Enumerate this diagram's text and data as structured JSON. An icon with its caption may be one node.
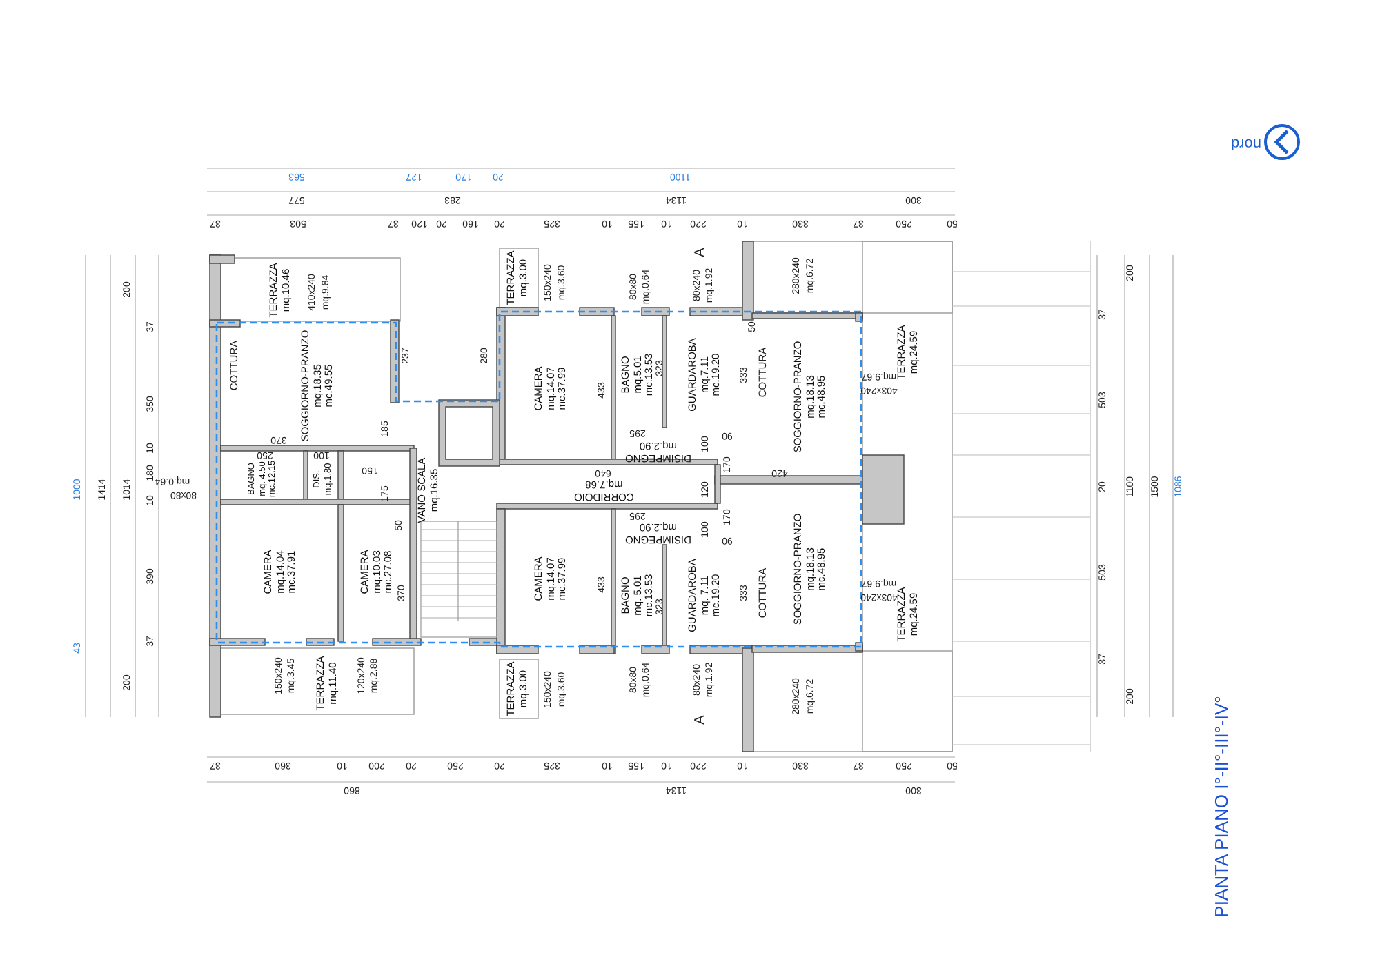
{
  "diagram": {
    "title": "PIANTA PIANO I°-II°-III°-IV°",
    "nodes": [
      {
        "text": [
          "TERRAZZA",
          "mq.10.46"
        ]
      },
      {
        "text": [
          "SOGGIORNO-PRANZO",
          "mq.18.35",
          "mc.49.55"
        ]
      },
      {
        "text": [
          "BAGNO",
          "mq. 4.50",
          "mc.12.15"
        ]
      },
      {
        "text": [
          "DIS.",
          "mq.1.80"
        ]
      },
      {
        "text": [
          "CAMERA",
          "mq.14.04",
          "mc.37.91"
        ]
      },
      {
        "text": [
          "CAMERA",
          "mq.10.03",
          "mc.27.08"
        ]
      },
      {
        "text": [
          "TERRAZZA",
          "mq.11.40"
        ]
      },
      {
        "text": [
          "VANO SCALA",
          "mq.16.35"
        ]
      },
      {
        "text": [
          "TERRAZZA",
          "mq.3.00"
        ]
      },
      {
        "text": [
          "CAMERA",
          "mq.14.07",
          "mc.37.99"
        ]
      },
      {
        "text": [
          "BAGNO",
          "mq.5.01",
          "mc.13.53"
        ]
      },
      {
        "text": [
          "DISIMPEGNO",
          "mq.2.90"
        ]
      },
      {
        "text": [
          "GUARDAROBA",
          "mq.7.11",
          "mc.19.20"
        ]
      },
      {
        "text": [
          "CORRIDOIO",
          "mq.7.68"
        ]
      },
      {
        "text": [
          "TERRAZZA",
          "mq.3.00"
        ]
      },
      {
        "text": [
          "CAMERA",
          "mq.14.07",
          "mc.37.99"
        ]
      },
      {
        "text": [
          "BAGNO",
          "mq. 5.01",
          "mc.13.53"
        ]
      },
      {
        "text": [
          "DISIMPEGNO",
          "mq.2.90"
        ]
      },
      {
        "text": [
          "GUARDAROBA",
          "mq. 7.11",
          "mc.19.20"
        ]
      },
      {
        "text": [
          "SOGGIORNO-PRANZO",
          "mq.18.13",
          "mc.48.95"
        ]
      },
      {
        "text": [
          "TERRAZZA",
          "mq.24.59"
        ]
      },
      {
        "text": [
          "SOGGIORNO-PRANZO",
          "mq.18.13",
          "mc.48.95"
        ]
      },
      {
        "text": [
          "TERRAZZA",
          "mq.24.59"
        ]
      }
    ],
    "edges": [],
    "labels": [
      "563",
      "127",
      "170",
      "20",
      "1100",
      "577",
      "283",
      "1134",
      "300",
      "37",
      "503",
      "37",
      "120",
      "20",
      "160",
      "20",
      "325",
      "10",
      "155",
      "10",
      "220",
      "10",
      "330",
      "37",
      "250",
      "50",
      "1000",
      "43",
      "1414",
      "200",
      "1014",
      "200",
      "37",
      "350",
      "10",
      "180",
      "10",
      "390",
      "37",
      "410x240",
      "mq.9.84",
      "COTTURA",
      "mq.0.64",
      "80x80",
      "237",
      "370",
      "185",
      "250",
      "100",
      "150",
      "175",
      "50",
      "370",
      "280",
      "150x240",
      "mq.3.60",
      "80x80",
      "mq.0.64",
      "A",
      "80x240",
      "mq.1.92",
      "433",
      "323",
      "295",
      "90",
      "100",
      "170",
      "640",
      "120",
      "170",
      "100",
      "295",
      "90",
      "433",
      "323",
      "50",
      "333",
      "COTTURA",
      "280x240",
      "mq.6.72",
      "403x240",
      "mq.9.67",
      "420",
      "333",
      "COTTURA",
      "403x240",
      "mq.9.67",
      "150x240",
      "mq.3.45",
      "120x240",
      "mq.2.88",
      "150x240",
      "mq.3.60",
      "80x80",
      "mq.0.64",
      "80x240",
      "mq.1.92",
      "A",
      "280x240",
      "mq.6.72",
      "37",
      "503",
      "20",
      "503",
      "37",
      "200",
      "1100",
      "200",
      "1500",
      "1086",
      "37",
      "360",
      "10",
      "200",
      "20",
      "250",
      "20",
      "325",
      "10",
      "155",
      "10",
      "220",
      "10",
      "330",
      "37",
      "250",
      "50",
      "860",
      "1134",
      "300",
      "nord"
    ]
  }
}
